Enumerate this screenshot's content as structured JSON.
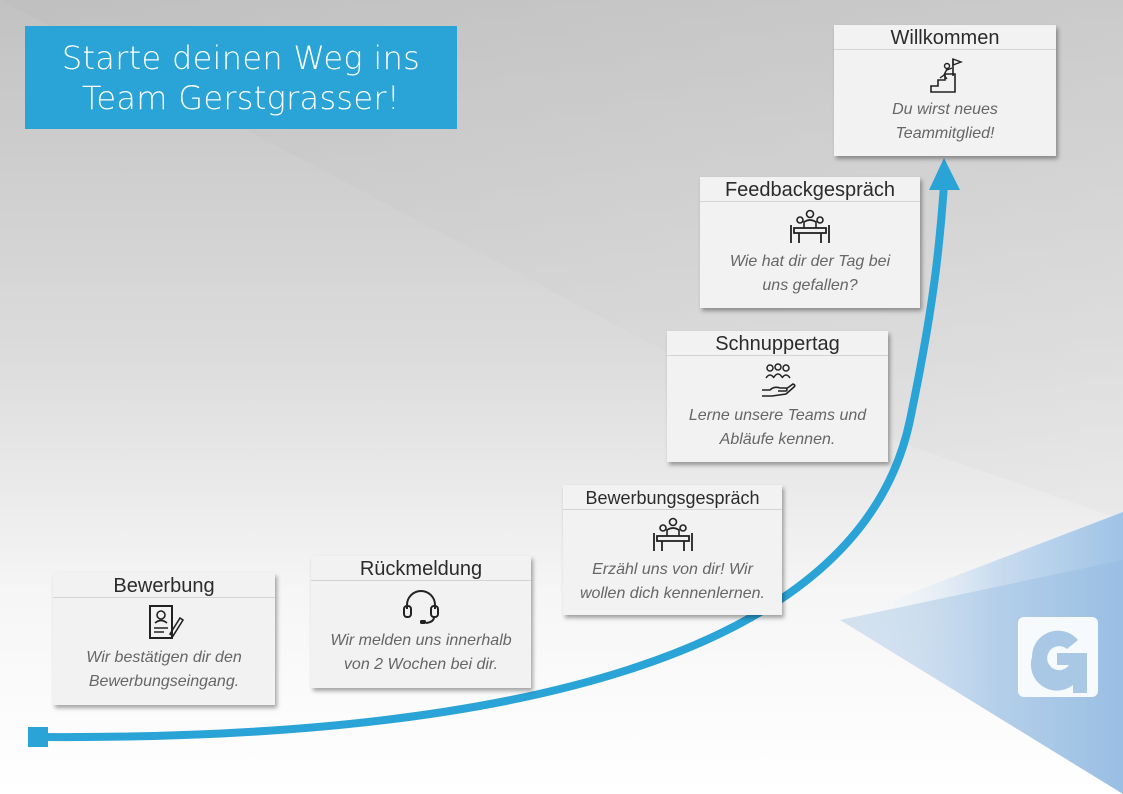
{
  "title": {
    "line1": "Starte deinen Weg ins",
    "line2": "Team Gerstgrasser!"
  },
  "colors": {
    "accent": "#2aa3d6",
    "card_bg": "#f2f2f2",
    "logo_bg": "#a9c8e6"
  },
  "steps": [
    {
      "title": "Bewerbung",
      "icon": "application-document-icon",
      "line1": "Wir bestätigen dir den",
      "line2": "Bewerbungseingang."
    },
    {
      "title": "Rückmeldung",
      "icon": "headset-icon",
      "line1": "Wir melden uns innerhalb",
      "line2": "von 2 Wochen bei dir."
    },
    {
      "title": "Bewerbungsgespräch",
      "icon": "meeting-table-icon",
      "line1": "Erzähl uns von dir! Wir",
      "line2": "wollen dich kennenlernen."
    },
    {
      "title": "Schnuppertag",
      "icon": "team-hand-icon",
      "line1": "Lerne unsere Teams und",
      "line2": "Abläufe kennen."
    },
    {
      "title": "Feedbackgespräch",
      "icon": "meeting-table-icon",
      "line1": "Wie hat dir der Tag bei",
      "line2": "uns gefallen?"
    },
    {
      "title": "Willkommen",
      "icon": "summit-flag-icon",
      "line1": "Du wirst neues",
      "line2": "Teammitglied!"
    }
  ]
}
